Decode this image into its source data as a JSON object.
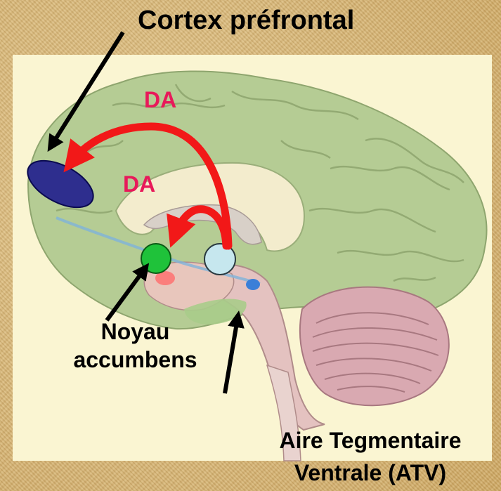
{
  "labels": {
    "prefrontal": "Cortex préfrontal",
    "da_top": "DA",
    "da_mid": "DA",
    "noyau_line1": "Noyau",
    "noyau_line2": "accumbens",
    "atv_line1": "Aire Tegmentaire",
    "atv_line2": "Ventrale (ATV)"
  },
  "colors": {
    "background": "#d8b978",
    "panel": "#faf5d2",
    "brain_green": "#b5cc94",
    "prefrontal_oval": "#2e2e8e",
    "nucleus_accumbens": "#1fc23a",
    "vta": "#c6e7ee",
    "dopamine_arrows": "#f21818",
    "da_text": "#e8195a",
    "cerebellum": "#d9a9b1"
  },
  "icons": {
    "pointer": "black-arrow-icon",
    "pathway": "red-curved-arrow-icon"
  }
}
